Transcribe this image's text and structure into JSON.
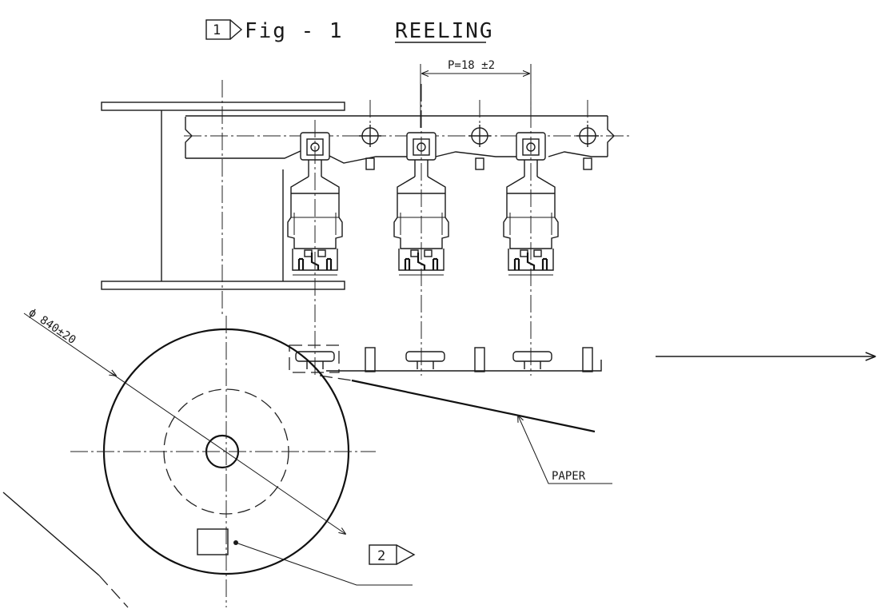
{
  "title": {
    "marker": "1",
    "fig": "Fig - 1",
    "name": "REELING"
  },
  "dimensions": {
    "pitch": "P=18 ±2",
    "diameter": "ϕ 840±20"
  },
  "labels": {
    "paper": "PAPER",
    "label_marker": "2"
  }
}
